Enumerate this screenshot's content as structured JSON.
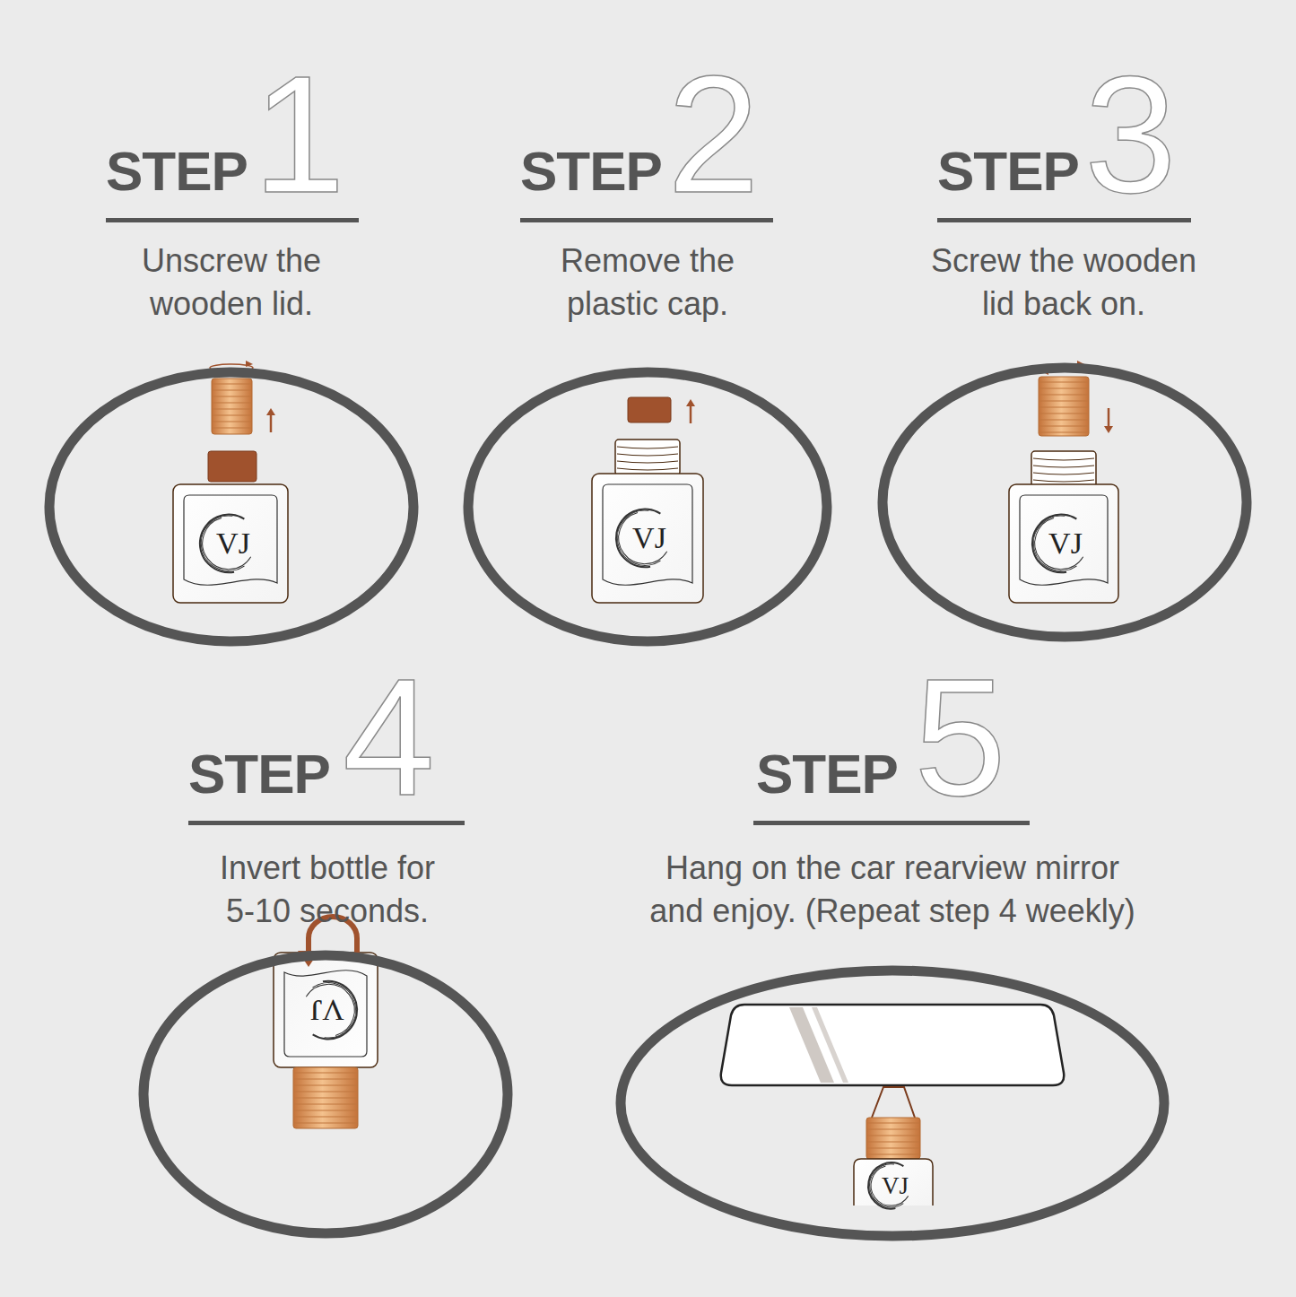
{
  "diagram": {
    "nodes": [
      {
        "text": [
          "STEP",
          "1",
          "Unscrew the wooden lid."
        ]
      },
      {
        "text": [
          "STEP",
          "2",
          "Remove the plastic cap."
        ]
      },
      {
        "text": [
          "STEP",
          "3",
          "Screw the wooden lid back on."
        ]
      },
      {
        "text": [
          "STEP",
          "4",
          "Invert bottle for 5-10 seconds."
        ]
      },
      {
        "text": [
          "STEP",
          "5",
          "Hang on the car rearview mirror and enjoy. (Repeat step 4 weekly)"
        ]
      }
    ],
    "labels": [
      "VJ",
      "VJ",
      "VJ",
      "VJ",
      "VJ"
    ]
  }
}
